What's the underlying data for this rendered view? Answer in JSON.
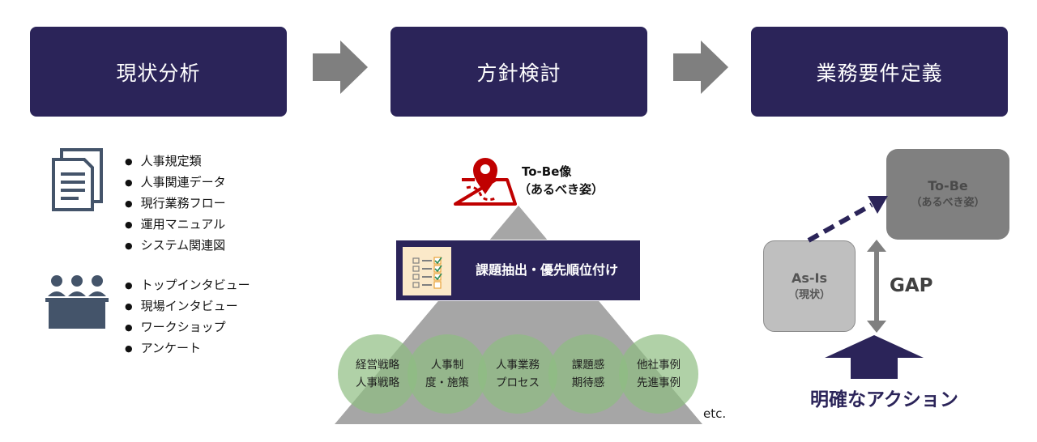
{
  "phases": [
    {
      "label": "現状分析"
    },
    {
      "label": "方針検討"
    },
    {
      "label": "業務要件定義"
    }
  ],
  "documents": {
    "icon": "documents-icon",
    "items": [
      "人事規定類",
      "人事関連データ",
      "現行業務フロー",
      "運用マニュアル",
      "システム関連図"
    ]
  },
  "interviews": {
    "icon": "meeting-people-icon",
    "items": [
      "トップインタビュー",
      "現場インタビュー",
      "ワークショップ",
      "アンケート"
    ]
  },
  "tobe_marker": {
    "icon": "map-pin-icon",
    "line1": "To-Be像",
    "line2": "（あるべき姿）"
  },
  "task_box": {
    "icon": "checklist-icon",
    "label": "課題抽出・優先順位付け"
  },
  "circles": [
    {
      "line1": "経営戦略",
      "line2": "人事戦略"
    },
    {
      "line1": "人事制",
      "line2": "度・施策"
    },
    {
      "line1": "人事業務",
      "line2": "プロセス"
    },
    {
      "line1": "課題感",
      "line2": "期待感"
    },
    {
      "line1": "他社事例",
      "line2": "先進事例"
    }
  ],
  "etc_label": "etc.",
  "as_is": {
    "line1": "As-Is",
    "line2": "（現状）"
  },
  "to_be": {
    "line1": "To-Be",
    "line2": "（あるべき姿）"
  },
  "gap_label": "GAP",
  "action_label": "明確なアクション",
  "colors": {
    "navy": "#2b2459",
    "arrow_gray": "#7f7f7f",
    "pin_red": "#c00000",
    "circle_green": "#8fbe82",
    "triangle_gray": "#a6a6a6",
    "as_is_box": "#bfbfbf",
    "to_be_box": "#808080"
  }
}
